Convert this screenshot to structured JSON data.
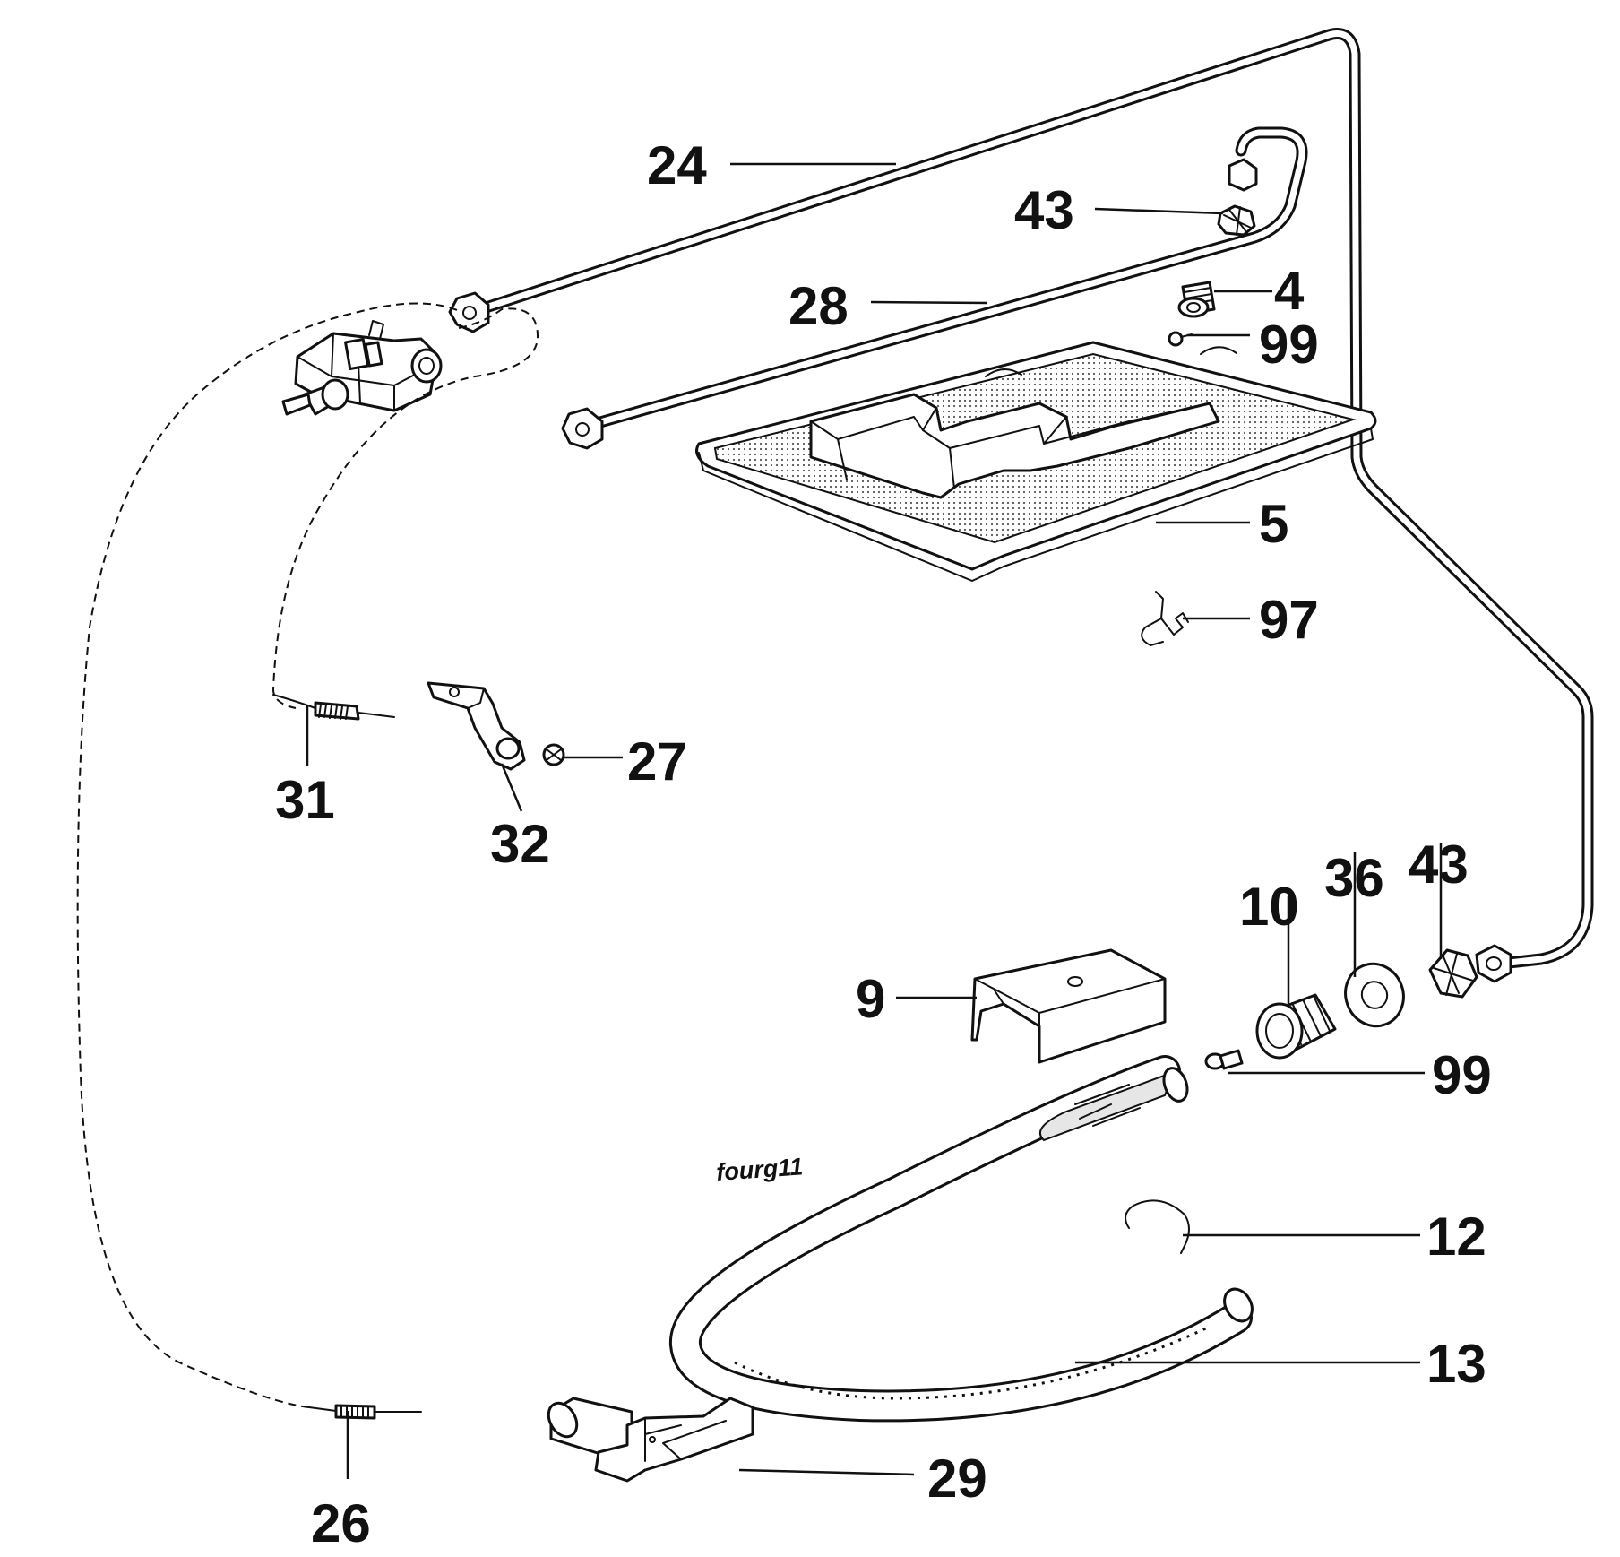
{
  "diagram": {
    "drawing_code": "fourg11",
    "callouts": {
      "c24": "24",
      "c43_top": "43",
      "c28": "28",
      "c4": "4",
      "c99_top": "99",
      "c5": "5",
      "c97": "97",
      "c31": "31",
      "c32": "32",
      "c27": "27",
      "c10": "10",
      "c36": "36",
      "c43_bottom": "43",
      "c9": "9",
      "c99_bottom": "99",
      "c12": "12",
      "c13": "13",
      "c29": "29",
      "c26": "26"
    }
  }
}
